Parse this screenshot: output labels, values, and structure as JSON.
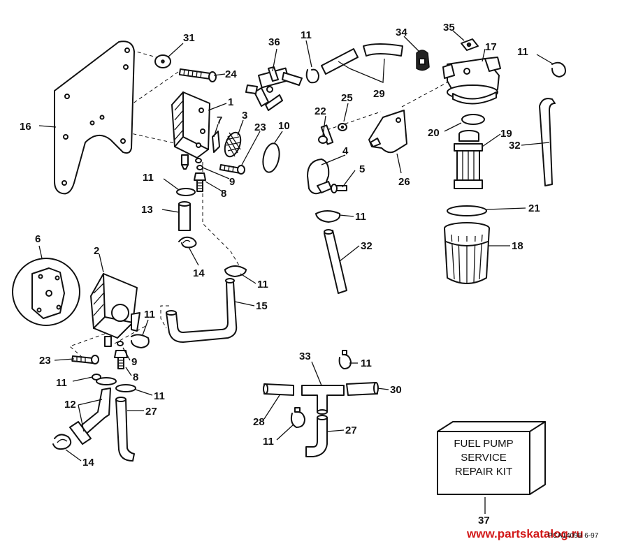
{
  "labels": {
    "l31": "31",
    "l36": "36",
    "l11a": "11",
    "l34": "34",
    "l35": "35",
    "l17": "17",
    "l11b": "11",
    "l24": "24",
    "l1": "1",
    "l29": "29",
    "l25": "25",
    "l22": "22",
    "l16": "16",
    "l7": "7",
    "l3": "3",
    "l23a": "23",
    "l10": "10",
    "l20": "20",
    "l19": "19",
    "l32a": "32",
    "l4": "4",
    "l5": "5",
    "l26": "26",
    "l9a": "9",
    "l8a": "8",
    "l11c": "11",
    "l21": "21",
    "l13": "13",
    "l11d": "11",
    "l32b": "32",
    "l18": "18",
    "l6": "6",
    "l2": "2",
    "l14a": "14",
    "l11e": "11",
    "l15": "15",
    "l11f": "11",
    "l23b": "23",
    "l9b": "9",
    "l8b": "8",
    "l11g": "11",
    "l11h": "11",
    "l12": "12",
    "l27a": "27",
    "l33": "33",
    "l11i": "11",
    "l30": "30",
    "l28": "28",
    "l11j": "11",
    "l27b": "27",
    "l14b": "14",
    "l37": "37"
  },
  "kit": {
    "line1": "FUEL PUMP",
    "line2": "SERVICE",
    "line3": "REPAIR KIT"
  },
  "code": "PCA1409B  6-97",
  "watermark": "www.partskatalog.ru",
  "watermark_color": "#d21818"
}
